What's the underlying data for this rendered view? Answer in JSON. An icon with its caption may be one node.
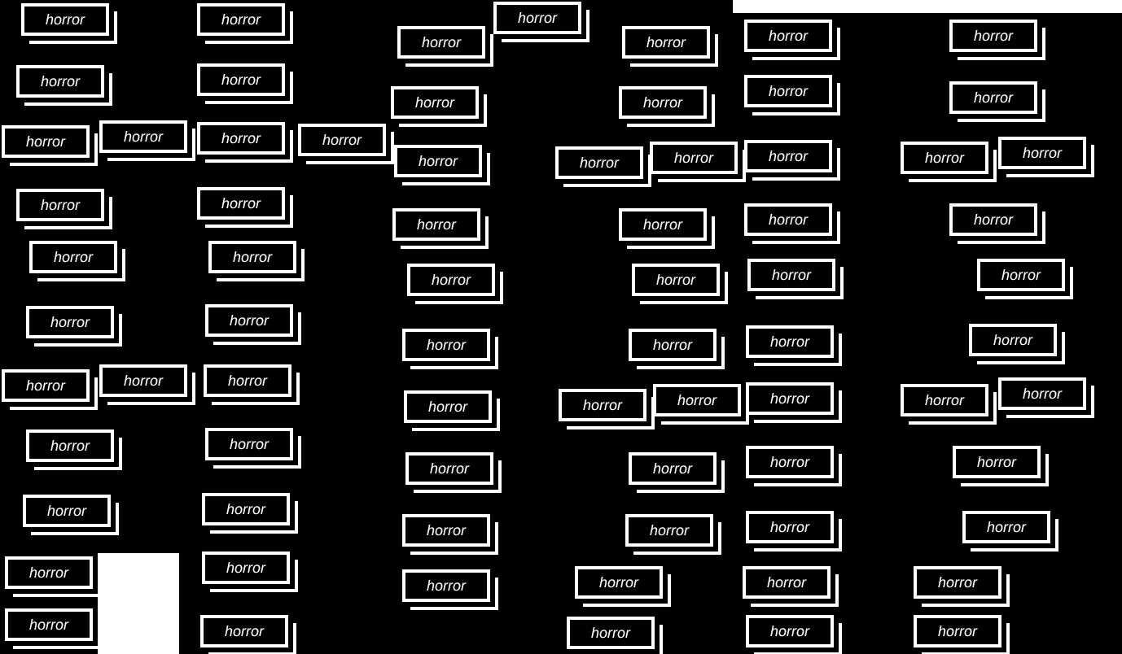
{
  "diagram": {
    "nodes": [
      {
        "text": [
          "horror"
        ]
      },
      {
        "text": [
          "horror"
        ]
      },
      {
        "text": [
          "horror"
        ]
      },
      {
        "text": [
          "horror"
        ]
      },
      {
        "text": [
          "horror"
        ]
      },
      {
        "text": [
          "horror"
        ]
      },
      {
        "text": [
          "horror"
        ]
      },
      {
        "text": [
          "horror"
        ]
      },
      {
        "text": [
          "horror"
        ]
      },
      {
        "text": [
          "horror"
        ]
      },
      {
        "text": [
          "horror"
        ]
      },
      {
        "text": [
          "horror"
        ]
      },
      {
        "text": [
          "horror"
        ]
      },
      {
        "text": [
          "horror"
        ]
      },
      {
        "text": [
          "horror"
        ]
      },
      {
        "text": [
          "horror"
        ]
      },
      {
        "text": [
          "horror"
        ]
      },
      {
        "text": [
          "horror"
        ]
      },
      {
        "text": [
          "horror"
        ]
      },
      {
        "text": [
          "horror"
        ]
      },
      {
        "text": [
          "horror"
        ]
      },
      {
        "text": [
          "horror"
        ]
      },
      {
        "text": [
          "horror"
        ]
      },
      {
        "text": [
          "horror"
        ]
      },
      {
        "text": [
          "horror"
        ]
      },
      {
        "text": [
          "horror"
        ]
      },
      {
        "text": [
          "horror"
        ]
      },
      {
        "text": [
          "horror"
        ]
      },
      {
        "text": [
          "horror"
        ]
      },
      {
        "text": [
          "horror"
        ]
      },
      {
        "text": [
          "horror"
        ]
      },
      {
        "text": [
          "horror"
        ]
      },
      {
        "text": [
          "horror"
        ]
      },
      {
        "text": [
          "horror"
        ]
      },
      {
        "text": [
          "horror"
        ]
      },
      {
        "text": [
          "horror"
        ]
      },
      {
        "text": [
          "horror"
        ]
      },
      {
        "text": [
          "horror"
        ]
      },
      {
        "text": [
          "horror"
        ]
      },
      {
        "text": [
          "horror"
        ]
      },
      {
        "text": [
          "horror"
        ]
      },
      {
        "text": [
          "horror"
        ]
      },
      {
        "text": [
          "horror"
        ]
      },
      {
        "text": [
          "horror"
        ]
      },
      {
        "text": [
          "horror"
        ]
      },
      {
        "text": [
          "horror"
        ]
      },
      {
        "text": [
          "horror"
        ]
      },
      {
        "text": [
          "horror"
        ]
      },
      {
        "text": [
          "horror"
        ]
      },
      {
        "text": [
          "horror"
        ]
      },
      {
        "text": [
          "horror"
        ]
      },
      {
        "text": [
          "horror"
        ]
      },
      {
        "text": [
          "horror"
        ]
      },
      {
        "text": [
          "horror"
        ]
      },
      {
        "text": [
          "horror"
        ]
      },
      {
        "text": [
          "horror"
        ]
      },
      {
        "text": [
          "horror"
        ]
      },
      {
        "text": [
          "horror"
        ]
      },
      {
        "text": [
          "horror"
        ]
      },
      {
        "text": [
          "horror"
        ]
      },
      {
        "text": [
          "horror"
        ]
      },
      {
        "text": [
          "horror"
        ]
      },
      {
        "text": [
          "horror"
        ]
      },
      {
        "text": [
          "horror"
        ]
      },
      {
        "text": [
          "horror"
        ]
      },
      {
        "text": [
          "horror"
        ]
      },
      {
        "text": [
          "horror"
        ]
      },
      {
        "text": [
          "horror"
        ]
      },
      {
        "text": [
          "horror"
        ]
      },
      {
        "text": [
          "horror"
        ]
      },
      {
        "text": [
          "horror"
        ]
      },
      {
        "text": [
          "horror"
        ]
      },
      {
        "text": [
          "horror"
        ]
      }
    ]
  }
}
